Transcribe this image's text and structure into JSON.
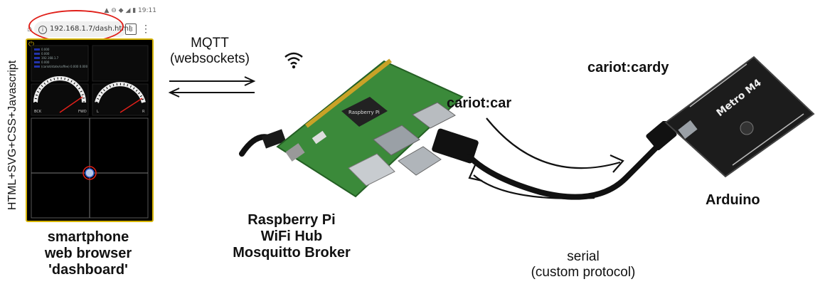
{
  "phone": {
    "status_text": "▲ ⊖ ◆ ◢ ▮ 19:11",
    "url": "192.168.1.7/dash.html",
    "tab_count": "3",
    "stats_lines": [
      "0.000",
      "0.000",
      "192.168.1.7",
      "0.000",
      "(cariot/state/coffee) 0.000 0.000"
    ],
    "gauge1": {
      "left": "BCK",
      "right": "FWD"
    },
    "gauge2": {
      "left": "L",
      "right": "R"
    }
  },
  "side_label": "HTML+SVG+CSS+Javascript",
  "phone_caption": [
    "smartphone",
    "web browser",
    "'dashboard'"
  ],
  "mqtt_label": [
    "MQTT",
    "(websockets)"
  ],
  "pi_caption": [
    "Raspberry Pi",
    "WiFi Hub",
    "Mosquitto Broker"
  ],
  "car_label": "cariot:car",
  "cardy_label": "cariot:cardy",
  "arduino_label": "Arduino",
  "serial_label": [
    "serial",
    "(custom protocol)"
  ],
  "colors": {
    "screen_frame": "#d6b400",
    "highlight": "#e0201a",
    "pi_board": "#3b8a3a",
    "arduino_board": "#1c1c1c"
  },
  "icons": [
    "home-icon",
    "info-icon",
    "tabs-icon",
    "menu-icon",
    "power-icon",
    "wifi-icon",
    "double-arrow-icon",
    "curved-arrow-icon"
  ]
}
